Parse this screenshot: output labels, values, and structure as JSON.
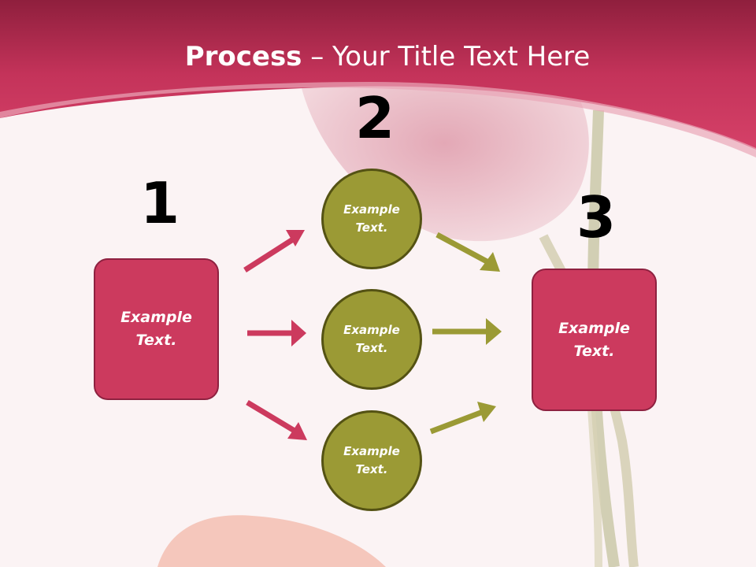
{
  "title": {
    "bold": "Process",
    "rest": " – Your Title Text Here"
  },
  "numbers": [
    "1",
    "2",
    "3"
  ],
  "nodes": {
    "left_box": "Example\nText.",
    "circle_top": "Example\nText.",
    "circle_middle": "Example\nText.",
    "circle_bottom": "Example\nText.",
    "right_box": "Example\nText."
  },
  "colors": {
    "pink": "#cc3a5e",
    "olive": "#9b9a35",
    "header": "#c4335a"
  }
}
